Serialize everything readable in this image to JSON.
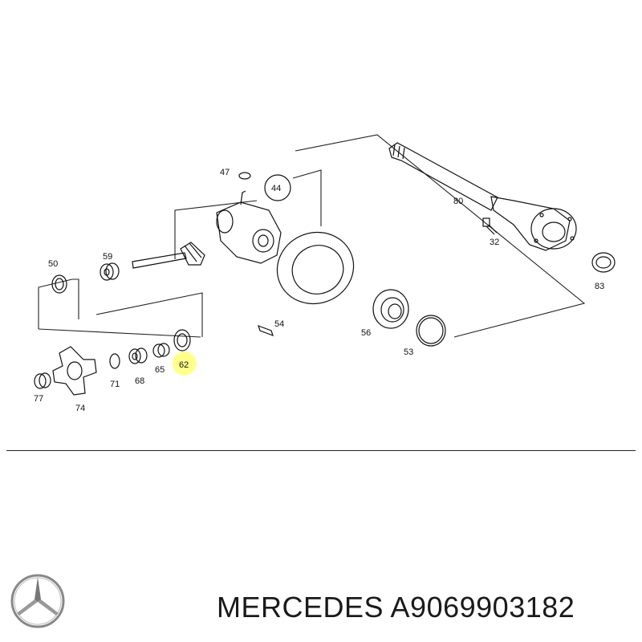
{
  "parts": {
    "p32": "32",
    "p44": "44",
    "p47": "47",
    "p50": "50",
    "p53": "53",
    "p54": "54",
    "p56": "56",
    "p59": "59",
    "p62": "62",
    "p65": "65",
    "p68": "68",
    "p71": "71",
    "p74": "74",
    "p77": "77",
    "p80": "80",
    "p83": "83"
  },
  "highlight_color": "#ffff66",
  "footer": {
    "brand": "MERCEDES",
    "part_number": "A9069903182",
    "logo_icon": "mercedes-star-icon"
  }
}
